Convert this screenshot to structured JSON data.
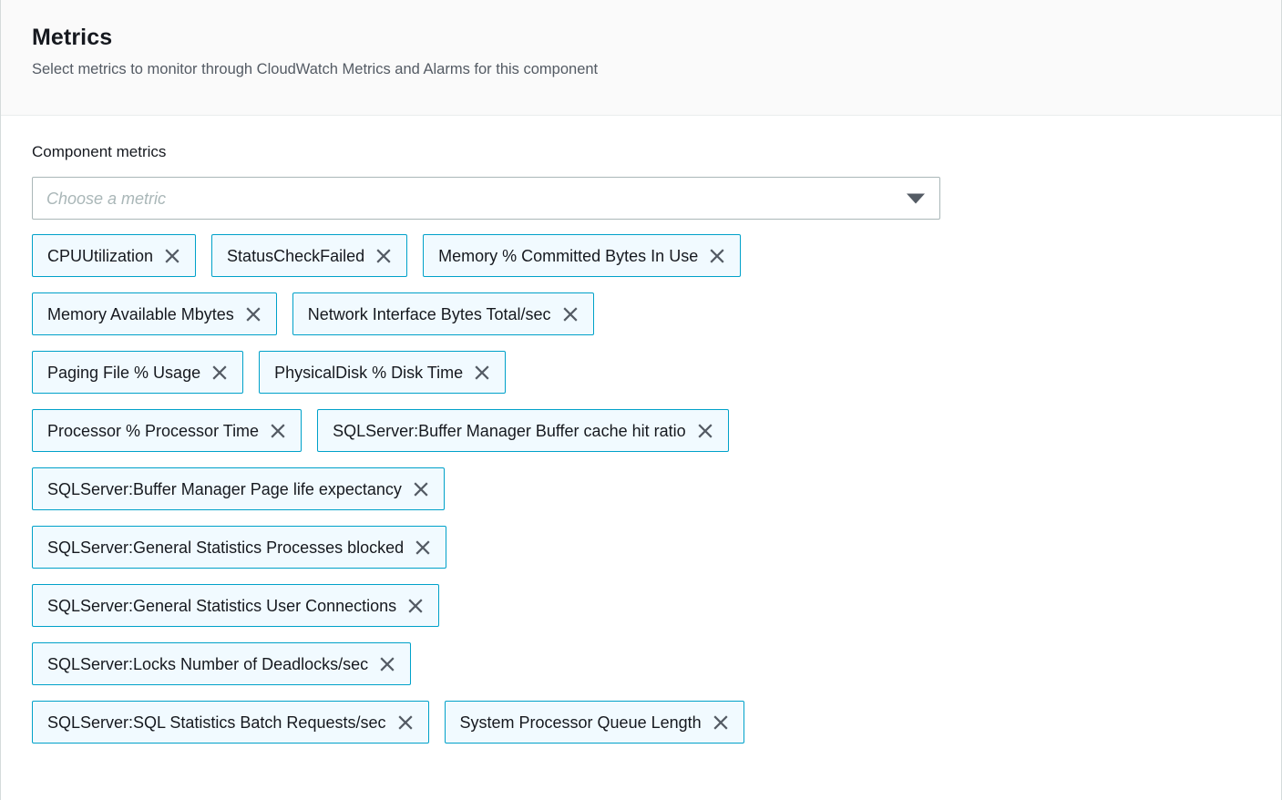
{
  "header": {
    "title": "Metrics",
    "subtitle": "Select metrics to monitor through CloudWatch Metrics and Alarms for this component"
  },
  "form": {
    "label": "Component metrics",
    "select": {
      "placeholder": "Choose a metric",
      "value": "",
      "chevron_icon": "chevron-down-icon"
    }
  },
  "colors": {
    "token_border": "#00a1c9",
    "token_background": "#f1faff",
    "text_primary": "#16191f",
    "text_secondary": "#545b64",
    "input_border": "#aab7b8",
    "panel_border": "#d5dbdb",
    "header_background": "#fafafa"
  },
  "selected_metrics": [
    {
      "label": "CPUUtilization",
      "dismiss_icon": "close-icon"
    },
    {
      "label": "StatusCheckFailed",
      "dismiss_icon": "close-icon"
    },
    {
      "label": "Memory % Committed Bytes In Use",
      "dismiss_icon": "close-icon"
    },
    {
      "label": "Memory Available Mbytes",
      "dismiss_icon": "close-icon"
    },
    {
      "label": "Network Interface Bytes Total/sec",
      "dismiss_icon": "close-icon"
    },
    {
      "label": "Paging File % Usage",
      "dismiss_icon": "close-icon"
    },
    {
      "label": "PhysicalDisk % Disk Time",
      "dismiss_icon": "close-icon"
    },
    {
      "label": "Processor % Processor Time",
      "dismiss_icon": "close-icon"
    },
    {
      "label": "SQLServer:Buffer Manager Buffer cache hit ratio",
      "dismiss_icon": "close-icon"
    },
    {
      "label": "SQLServer:Buffer Manager Page life expectancy",
      "dismiss_icon": "close-icon"
    },
    {
      "label": "SQLServer:General Statistics Processes blocked",
      "dismiss_icon": "close-icon"
    },
    {
      "label": "SQLServer:General Statistics User Connections",
      "dismiss_icon": "close-icon"
    },
    {
      "label": "SQLServer:Locks Number of Deadlocks/sec",
      "dismiss_icon": "close-icon"
    },
    {
      "label": "SQLServer:SQL Statistics Batch Requests/sec",
      "dismiss_icon": "close-icon"
    },
    {
      "label": "System Processor Queue Length",
      "dismiss_icon": "close-icon"
    }
  ],
  "token_rows": [
    [
      0,
      1,
      2
    ],
    [
      3,
      4
    ],
    [
      5,
      6
    ],
    [
      7,
      8
    ],
    [
      9
    ],
    [
      10
    ],
    [
      11
    ],
    [
      12
    ],
    [
      13,
      14
    ]
  ]
}
